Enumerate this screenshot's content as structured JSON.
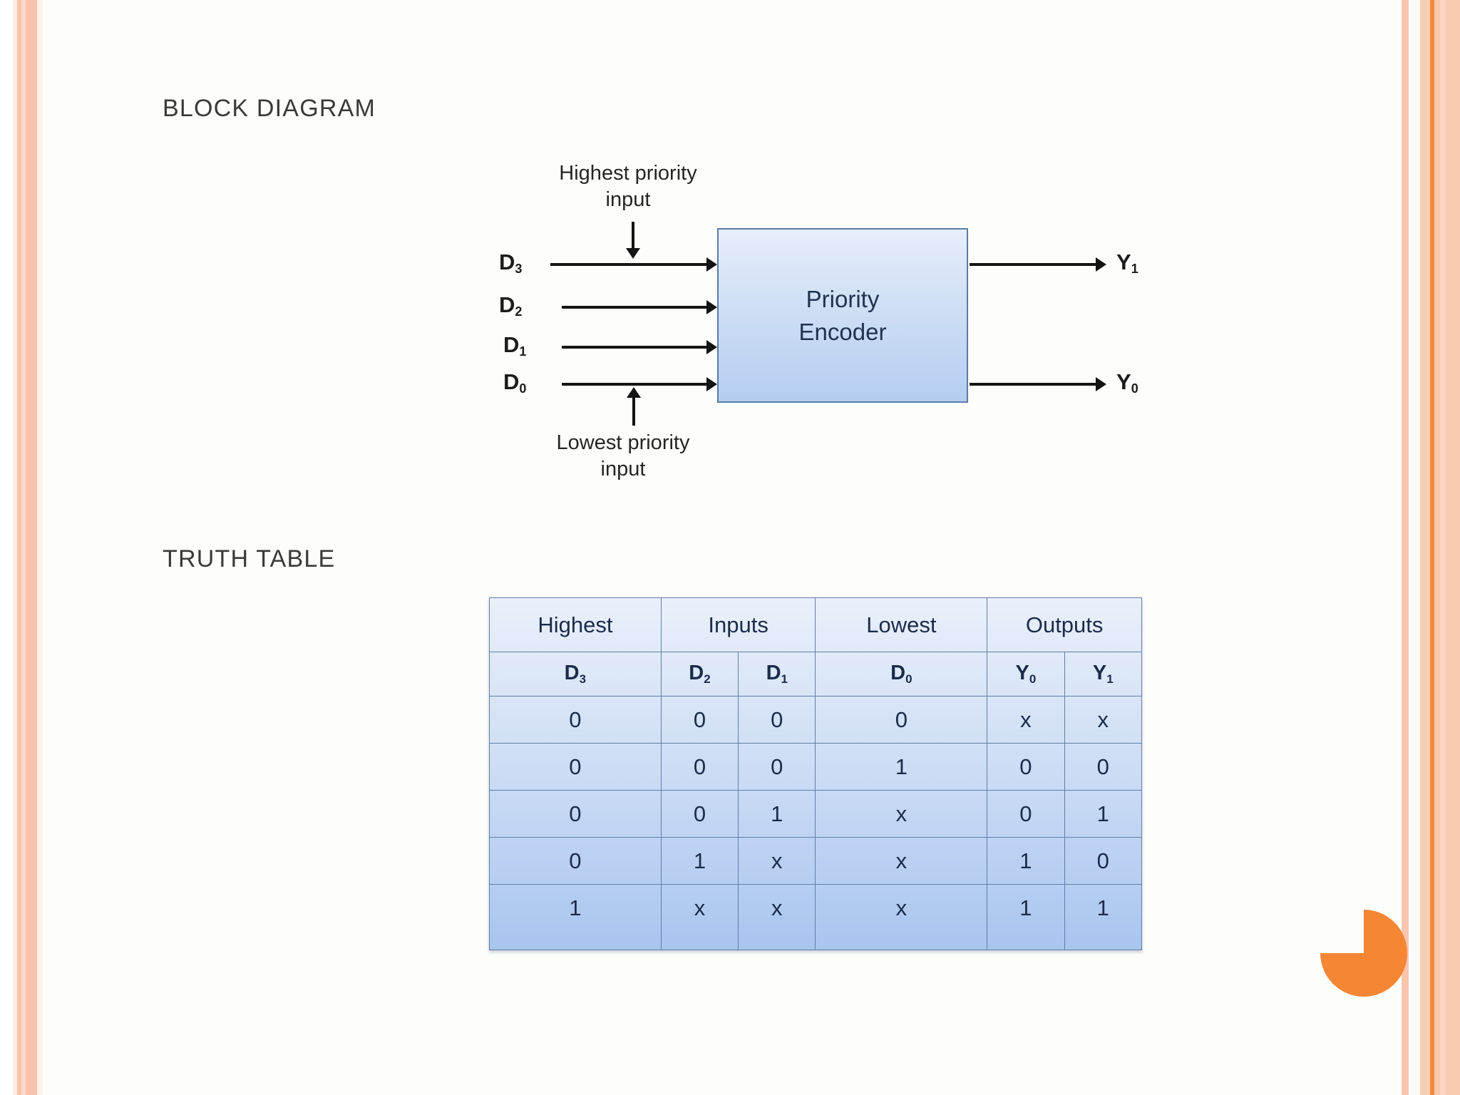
{
  "slide": {
    "background_color": "#fdfdfb",
    "accent_orange": "#f58634",
    "edge_peach": "#f9c5ad"
  },
  "headings": {
    "block_diagram": "BLOCK DIAGRAM",
    "truth_table": "TRUTH TABLE"
  },
  "block_diagram": {
    "highest_caption_line1": "Highest priority",
    "highest_caption_line2": "input",
    "lowest_caption_line1": "Lowest priority",
    "lowest_caption_line2": "input",
    "box_line1": "Priority",
    "box_line2": "Encoder",
    "box_fill_top": "#e6eefa",
    "box_fill_bottom": "#b4cdef",
    "box_border": "#5b7ba6",
    "inputs": [
      {
        "base": "D",
        "sub": "3"
      },
      {
        "base": "D",
        "sub": "2"
      },
      {
        "base": "D",
        "sub": "1"
      },
      {
        "base": "D",
        "sub": "0"
      }
    ],
    "outputs": [
      {
        "base": "Y",
        "sub": "1"
      },
      {
        "base": "Y",
        "sub": "0"
      }
    ]
  },
  "truth_table": {
    "group_headers": [
      "Highest",
      "Inputs",
      "Lowest",
      "Outputs"
    ],
    "sub_headers": [
      {
        "base": "D",
        "sub": "3"
      },
      {
        "base": "D",
        "sub": "2"
      },
      {
        "base": "D",
        "sub": "1"
      },
      {
        "base": "D",
        "sub": "0"
      },
      {
        "base": "Y",
        "sub": "0"
      },
      {
        "base": "Y",
        "sub": "1"
      }
    ],
    "rows": [
      [
        "0",
        "0",
        "0",
        "0",
        "x",
        "x"
      ],
      [
        "0",
        "0",
        "0",
        "1",
        "0",
        "0"
      ],
      [
        "0",
        "0",
        "1",
        "x",
        "0",
        "1"
      ],
      [
        "0",
        "1",
        "x",
        "x",
        "1",
        "0"
      ],
      [
        "1",
        "x",
        "x",
        "x",
        "1",
        "1"
      ]
    ]
  }
}
